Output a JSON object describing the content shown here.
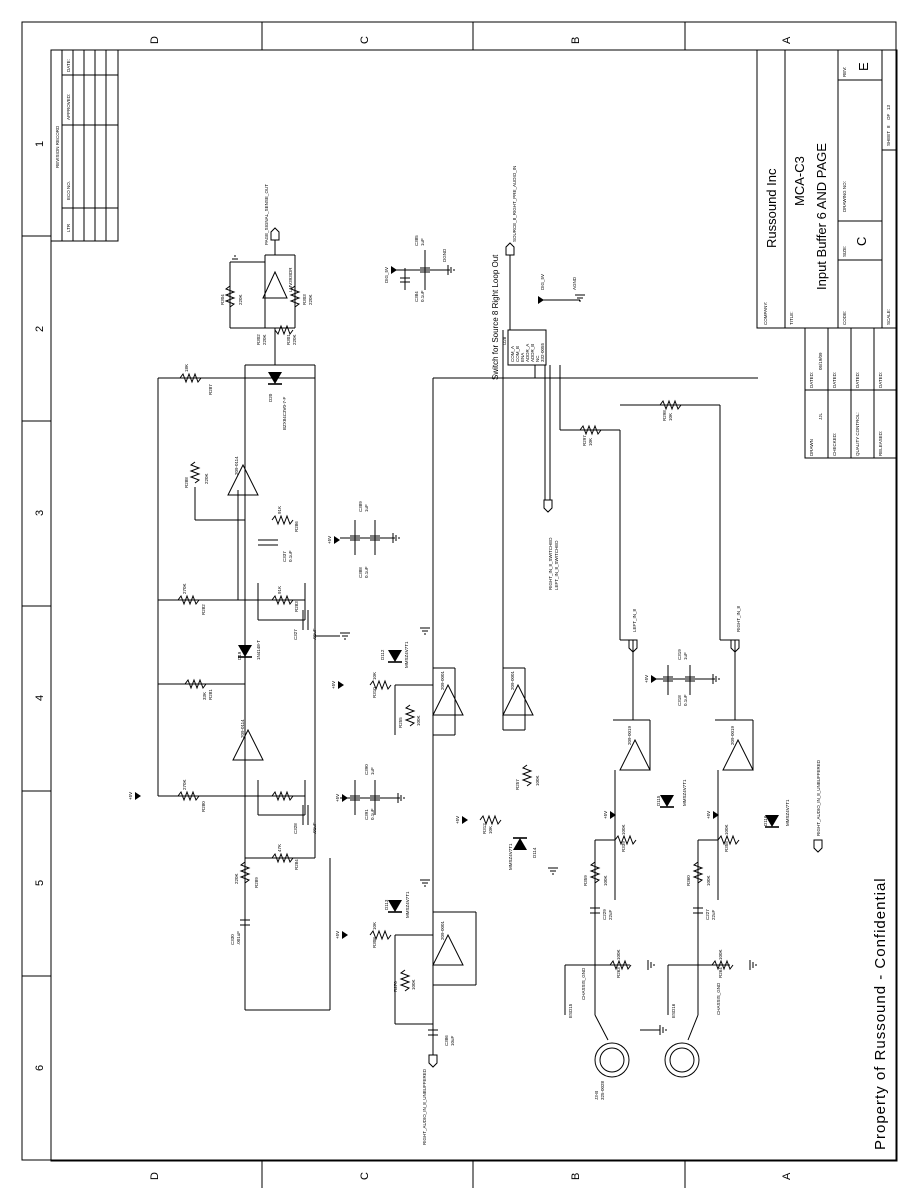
{
  "border": {
    "zones_top": [
      "D",
      "C",
      "B",
      "A"
    ],
    "zones_bottom": [
      "D",
      "C",
      "B",
      "A"
    ],
    "zones_left": [
      "1",
      "2",
      "3",
      "4",
      "5",
      "6"
    ]
  },
  "revision_block": {
    "title": "REVISION RECORD",
    "columns": [
      "LTR",
      "ECO NO.",
      "APPROVED:",
      "DATE:"
    ]
  },
  "title_block": {
    "company_label": "COMPANY:",
    "company": "Russound Inc",
    "title_label": "TITLE:",
    "title_line1": "MCA-C3",
    "title_line2": "Input Buffer 6 AND PAGE",
    "code_label": "CODE:",
    "size_label": "SIZE:",
    "size": "C",
    "drawing_no_label": "DRAWING NO:",
    "rev_label": "REV:",
    "rev": "E",
    "scale_label": "SCALE:",
    "sheet_label": "SHEET",
    "sheet": "8",
    "of_label": "OF",
    "total_sheets": "13",
    "drawn_label": "DRAWN",
    "drawn_by": "JJL",
    "dated_label": "DATED:",
    "drawn_date": "05/19/09",
    "checked_label": "CHECKED:",
    "quality_label": "QUALITY CONTROL:",
    "released_label": "RELEASED:"
  },
  "footer": {
    "confidential": "Property of Russound - Confidential"
  },
  "schematic": {
    "title_note": "Switch for Source 8 Right Loop Out",
    "nets": {
      "page_out": "PAGE_SIGNAL_SENSE_OUT",
      "source_out": "SOURCE_8_RIGHT_PRE_AUDIO_IN",
      "left_in": "LEFT_IN_8",
      "right_in": "RIGHT_IN_8",
      "right_in_switched": "RIGHT_IN_8_SWITCHED",
      "left_in_switched": "LEFT_IN_8_SWITCHED",
      "right_unbuffered": "RIGHT_AUDIO_IN_8_UNBUFFERED",
      "right_unbuffered_2": "RIGHT_AUDIO_IN_8_UNBUFFERED",
      "chassis_gnd_1": "CHASSIS_GND",
      "chassis_gnd_2": "CHASSIS_GND",
      "agnd": "AGND",
      "dgnd": "DGND",
      "rail_5v_a": "+5V",
      "rail_5v_b": "+5V",
      "rail_5v_c": "+5V",
      "rail_5v_d": "+5V",
      "rail_5v_e": "+5V",
      "rail_5v_f": "+5V",
      "rail_5v_g": "+5V",
      "rail_5v_h": "+5V",
      "rail_5v_i": "+5V",
      "digital_5v_a": "DIG_5V",
      "digital_5v_b": "DIG_5V"
    },
    "parts": {
      "lm": "LMV393IDR",
      "u28": "U28",
      "u28_pn": "332-0055",
      "u28_pins": [
        "COM_A",
        "COM_B",
        "ENA",
        "ADDR_A",
        "ADDR_B",
        "NC",
        "COM_C",
        "COM_D"
      ],
      "d20": "D20",
      "d20_pn": "BZX84C3V0-7-F",
      "d19": "D19",
      "d19_pn": "1N4148-T",
      "op_a": "209-0114",
      "op_b": "209-0114",
      "op_c": "209-0001",
      "op_d": "209-0001",
      "op_e": "209-0001",
      "op_f": "209-0019",
      "op_g": "209-0019",
      "d112": "D112",
      "d113": "D113",
      "d114": "D114",
      "d115": "D115",
      "d116": "D116",
      "zener": "MMSZ4V7T1",
      "jack": "J3-B",
      "jack_pn": "325-0028",
      "esd_a": "ESD15",
      "esd_b": "ESD16",
      "r287": "R287",
      "r287_v": "18K",
      "r282": "R282",
      "r282_v": "270K",
      "r283": "R283",
      "r283_v": "91K",
      "r280": "R280",
      "r280_v": "270K",
      "r289": "R289",
      "r289_v": "220K",
      "r288": "R288",
      "r288_v": "220K",
      "r286": "R286",
      "r286_v": "91K",
      "r281": "R281",
      "r281_v": "33K",
      "r284": "R284",
      "r284_v": "47K",
      "r301": "R301",
      "r301_v": "220K",
      "r302": "R302",
      "r302_v": "220K",
      "r303": "R303",
      "r303_v": "220K",
      "r304": "R304",
      "r304_v": "220K",
      "r255": "R255",
      "r255_v": "100K",
      "r257": "R257",
      "r257_v": "100K",
      "r270": "R270",
      "r270_v": "100K",
      "r310": "R310",
      "r310_v": "10K",
      "r308": "R308",
      "r308_v": "10K",
      "r312": "R312",
      "r312_v": "10K",
      "r263": "R263",
      "r263_v": "100K",
      "r264": "R264",
      "r264_v": "100K",
      "r339": "R339",
      "r339_v": "100K",
      "r358": "R358",
      "r358_v": "100K",
      "r359": "R359",
      "r359_v": "100K",
      "r360": "R360",
      "r360_v": "100K",
      "r297": "R297",
      "r297_v": "10K",
      "r298": "R298",
      "r298_v": "10K",
      "c327": "C327",
      "c327_v": ".01uF",
      "c328": "C328",
      "c328_v": ".01uF",
      "c330": "C330",
      "c330_v": ".001uF",
      "c337": "C337",
      "c337_v": "0.1uF",
      "c388": "C388",
      "c388_v": "0.1uF",
      "c389": "C389",
      "c389_v": "1uF",
      "c390": "C390",
      "c390_v": "1uF",
      "c391": "C391",
      "c391_v": "0.1uF",
      "c384": "C384",
      "c384_v": "0.1uF",
      "c385": "C385",
      "c385_v": "1uF",
      "c386": "C386",
      "c386_v": "10uF",
      "c229": "C229",
      "c229_v": "22uF",
      "c227": "C227",
      "c227_v": "22uF",
      "c318": "C318",
      "c318_v": "0.1uF",
      "c319": "C319",
      "c319_v": "1uF"
    }
  }
}
